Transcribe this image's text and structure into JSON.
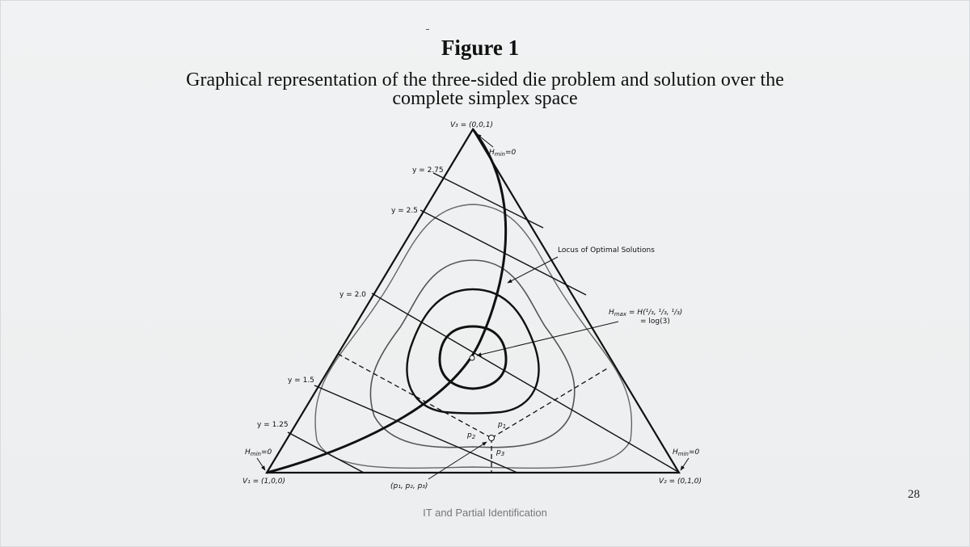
{
  "figure": {
    "title": "Figure 1",
    "subtitle_line1": "Graphical representation of the three-sided die problem and solution over the",
    "subtitle_line2": "complete simplex space"
  },
  "diagram": {
    "vertex_top": "V₃ = (0,0,1)",
    "vertex_left": "V₁ = (1,0,0)",
    "vertex_right": "V₂ = (0,1,0)",
    "hmin_top": "H",
    "hmin_sub": "min",
    "hmin_val": "=0",
    "y_levels": [
      "y = 2.75",
      "y = 2.5",
      "y = 2.0",
      "y = 1.5",
      "y = 1.25"
    ],
    "locus_label": "Locus of Optimal Solutions",
    "hmax_line1_a": "H",
    "hmax_line1_sub": "max",
    "hmax_line1_b": " = H(¹/₃, ¹/₃, ¹/₃)",
    "hmax_line2": "= log(3)",
    "p1": "p",
    "p1_sub": "1",
    "p2": "p",
    "p2_sub": "2",
    "p3": "p",
    "p3_sub": "3",
    "point_label": "(p₁, p₂, p₃)"
  },
  "slide": {
    "page_number": "28",
    "footer": "IT and Partial Identification"
  }
}
